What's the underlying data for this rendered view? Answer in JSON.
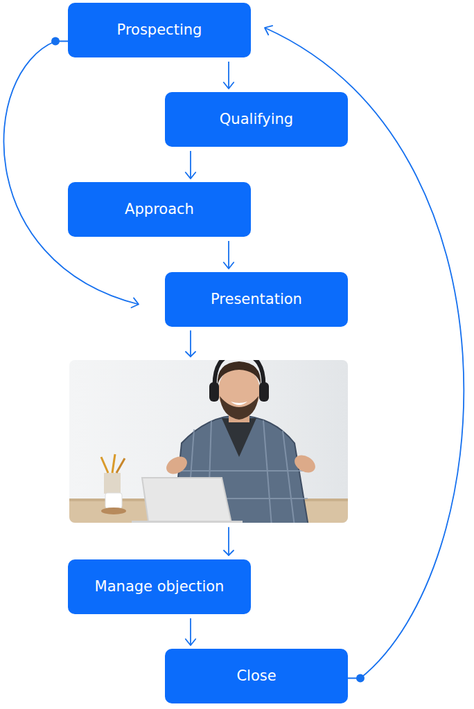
{
  "diagram": {
    "nodes": [
      {
        "text": [
          "Prospecting"
        ]
      },
      {
        "text": [
          "Qualifying"
        ]
      },
      {
        "text": [
          "Approach"
        ]
      },
      {
        "text": [
          "Presentation"
        ]
      },
      {
        "text": [
          "Manage objection"
        ]
      },
      {
        "text": [
          "Close"
        ]
      }
    ],
    "edges": [
      {
        "from": 0,
        "to": 1,
        "arrow": "to"
      },
      {
        "from": 1,
        "to": 2,
        "arrow": "to"
      },
      {
        "from": 2,
        "to": 3,
        "arrow": "to"
      },
      {
        "from": 0,
        "to": 3,
        "arrow": "to"
      },
      {
        "from": 4,
        "to": 5,
        "arrow": "to"
      },
      {
        "from": 5,
        "to": 0,
        "arrow": "to"
      }
    ]
  }
}
